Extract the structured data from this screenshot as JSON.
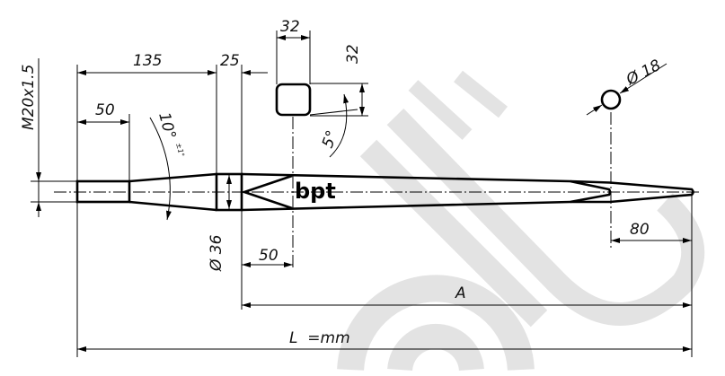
{
  "drawing": {
    "logo_text": "bpt",
    "thread_label": "M20x1.5",
    "dim_135": "135",
    "dim_25": "25",
    "dim_50_thread": "50",
    "angle_taper": "10°",
    "angle_tolerance": "±1°",
    "section_width": "32",
    "section_height": "32",
    "section_angle": "5°",
    "tip_diameter": "Ø 18",
    "collar_diameter": "Ø 36",
    "dim_50_body": "50",
    "dim_80": "80",
    "dim_A": "A",
    "dim_L": "L  =mm"
  },
  "colors": {
    "line": "#000000",
    "watermark": "#e3e3e3"
  }
}
